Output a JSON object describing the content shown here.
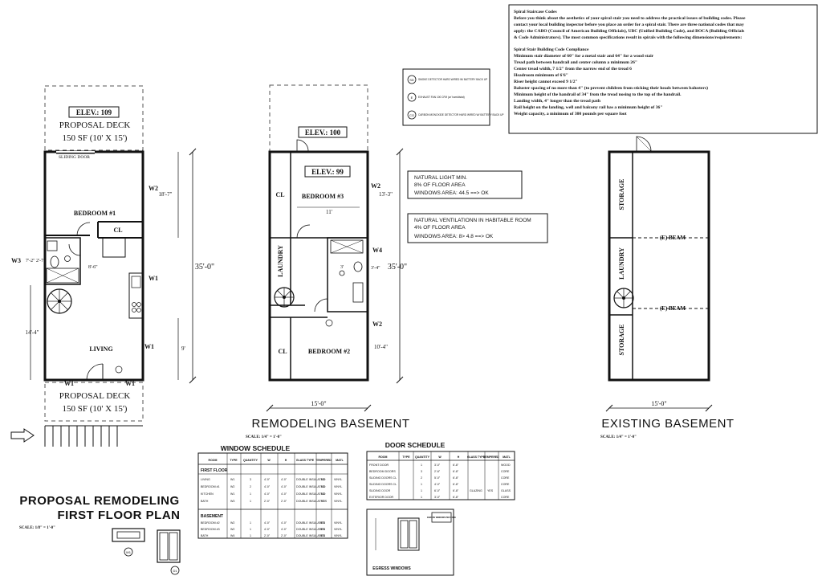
{
  "first_floor": {
    "elev_top": "ELEV.: 109",
    "deck_top": {
      "line1": "PROPOSAL    DECK",
      "line2": "150  SF   (10'  X 15')"
    },
    "deck_bottom": {
      "line1": "PROPOSAL    DECK",
      "line2": "150  SF   (10'  X 15')"
    },
    "sliding_door": "SLIDING DOOR",
    "bedroom": "BEDROOM #1",
    "closet": "CL",
    "living": "LIVING",
    "dims": {
      "d1": "18'-7\"",
      "total": "35'-0\"",
      "d2": "14'-4\"",
      "d3": "9'",
      "d4": "7'-2\"",
      "d5": "2'-7\"",
      "d6": "8'-6\""
    },
    "windows": {
      "w2": "W2",
      "w1a": "W1",
      "w1b": "W1",
      "w1c": "W1",
      "w1d": "W1",
      "w3": "W3"
    },
    "title1": "PROPOSAL   REMODELING",
    "title2": "FIRST FLOOR   PLAN",
    "scale": "SCALE:   1/8\" = 1'-0\""
  },
  "remodel_basement": {
    "elev_a": "ELEV.: 100",
    "elev_b": "ELEV.: 99",
    "closet1": "CL",
    "closet2": "CL",
    "bedroom3": "BEDROOM #3",
    "bedroom2": "BEDROOM #2",
    "laundry": "LAUNDRY",
    "dims": {
      "d11": "11'",
      "d13": "13'-3\"",
      "total": "35'-0\"",
      "d3": "3'",
      "d34": "3'-4\"",
      "d10": "10'-4\"",
      "width": "15'-0\""
    },
    "windows": {
      "w2": "W2",
      "w4": "W4",
      "w2b": "W2"
    },
    "title": "REMODELING   BASEMENT",
    "scale": "SCALE:   1/4\" = 1'-0\""
  },
  "notes_box": {
    "light": {
      "l1": "NATURAL LIGHT  MIN.",
      "l2": "8% OF FLOOR AREA",
      "l3": "WINDOWS AREA: 44.5  ==>  OK"
    },
    "vent": {
      "l1": "NATURAL VENTILATIONN IN HABITABLE ROOM",
      "l2": "4% OF FLOOR AREA",
      "l3": "WINDOWS AREA: 8>  4.8  ==>  OK"
    }
  },
  "legend": {
    "items": [
      {
        "symbol": "SD",
        "text": "SMOKE DETECTOR HARD WIRED W/ BATTERY BACK UP"
      },
      {
        "symbol": "E",
        "text": "EXHAUST FAN 100 CFM (w/ humidistat)"
      },
      {
        "symbol": "CO",
        "text": "CARBON MONOXIDE DETECTOR HARD WIRED W/ BATTERY BACK UP"
      }
    ]
  },
  "spiral_codes": {
    "heading": "Spiral Staircase Codes",
    "intro": [
      "Before you think about the aesthetics of your spiral stair you need to address the practical issues of building codes. Please",
      "contact your local building inspector before you place an order for a spiral stair. There are three national codes that may",
      "apply: the CABO (Council of American Building Officials), UBC (Unified Building Code), and BOCA (Building Officials",
      "& Code Administrators). The most common specifications result in spirals with the following dimensions/requirements:"
    ],
    "sub_heading": "Spiral Stair Building Code Compliance",
    "rules": [
      "Minimum stair diameter of 60\" for a metal stair and 64\" for a wood stair",
      "Tread path between handrail and center column a minimum 26\"",
      "Center tread width, 7 1/2\" from the narrow end of the tread 6",
      "Headroom minimum of 6'6\"",
      "Riser height cannot exceed 9 1/2\"",
      "Baluster spacing of no more than 4\" (to prevent children from sticking their heads between balusters)",
      "Minimum height of the handrail of 34\" from the tread nosing to the top of the handrail.",
      "Landing width, 4\" longer than the tread path",
      "Rail height on the landing, well and balcony rail has a minimum height of 36\"",
      "Weight capacity, a minimum of 300 pounds per square foot"
    ]
  },
  "existing_basement": {
    "storage1": "STORAGE",
    "storage2": "STORAGE",
    "laundry": "LAUNDRY",
    "beam1": "(E) BEAM",
    "beam2": "(E) BEAM",
    "width": "15'-0\"",
    "title": "EXISTING   BASEMENT",
    "scale": "SCALE:   1/4\" = 1'-0\""
  },
  "window_schedule": {
    "title": "WINDOW SCHEDULE",
    "headers": [
      "ROOM",
      "TYPE",
      "QUANTITY",
      "W",
      "H",
      "GLASS TYPE",
      "TEMPERED",
      "MATL"
    ],
    "section1": "FIRST FLOOR",
    "rows1": [
      [
        "LIVING",
        "W1",
        "3",
        "4'-0\"",
        "4'-0\"",
        "DOUBLE INSULATED",
        "NO",
        "VINYL"
      ],
      [
        "BEDROOM #1",
        "W2",
        "2",
        "4'-0\"",
        "4'-0\"",
        "DOUBLE INSULATED",
        "NO",
        "VINYL"
      ],
      [
        "KITCHEN",
        "W1",
        "1",
        "4'-0\"",
        "4'-0\"",
        "DOUBLE INSULATED",
        "NO",
        "VINYL"
      ],
      [
        "BATH",
        "W3",
        "1",
        "2'-0\"",
        "2'-0\"",
        "DOUBLE INSULATED",
        "YES",
        "VINYL"
      ]
    ],
    "section2": "BASEMENT",
    "rows2": [
      [
        "BEDROOM #2",
        "W2",
        "1",
        "4'-0\"",
        "4'-0\"",
        "DOUBLE INSULATED",
        "YES",
        "VINYL"
      ],
      [
        "BEDROOM #3",
        "W2",
        "1",
        "4'-0\"",
        "4'-0\"",
        "DOUBLE INSULATED",
        "YES",
        "VINYL"
      ],
      [
        "BATH",
        "W4",
        "1",
        "2'-0\"",
        "2'-0\"",
        "DOUBLE INSULATED",
        "YES",
        "VINYL"
      ]
    ]
  },
  "door_schedule": {
    "title": "DOOR   SCHEDULE",
    "headers": [
      "ROOM",
      "TYPE",
      "QUANTITY",
      "W",
      "H",
      "GLASS TYPE",
      "TEMPERED",
      "MATL"
    ],
    "rows": [
      [
        "FRONT DOOR",
        "",
        "1",
        "3'-0\"",
        "6'-8\"",
        "",
        "",
        "WOOD"
      ],
      [
        "BEDROOM DOORS",
        "",
        "3",
        "2'-6\"",
        "6'-8\"",
        "",
        "",
        "CORE"
      ],
      [
        "SLIDING DOORS CL",
        "",
        "2",
        "5'-0\"",
        "6'-8\"",
        "",
        "",
        "CORE"
      ],
      [
        "SLIDING DOORS CL",
        "",
        "1",
        "4'-0\"",
        "6'-8\"",
        "",
        "",
        "CORE"
      ],
      [
        "SLIDING DOOR",
        "",
        "1",
        "6'-0\"",
        "6'-8\"",
        "GLAZING",
        "YES",
        "GLASS"
      ],
      [
        "EXTERIOR DOOR",
        "",
        "1",
        "3'-0\"",
        "6'-8\"",
        "",
        "",
        "CORE"
      ]
    ]
  },
  "egress": {
    "caption": "EGRESS WINDOWS",
    "note": "EGRESS WINDOWS PER CODE"
  },
  "tags": {
    "w": "W1",
    "d": "D1"
  }
}
